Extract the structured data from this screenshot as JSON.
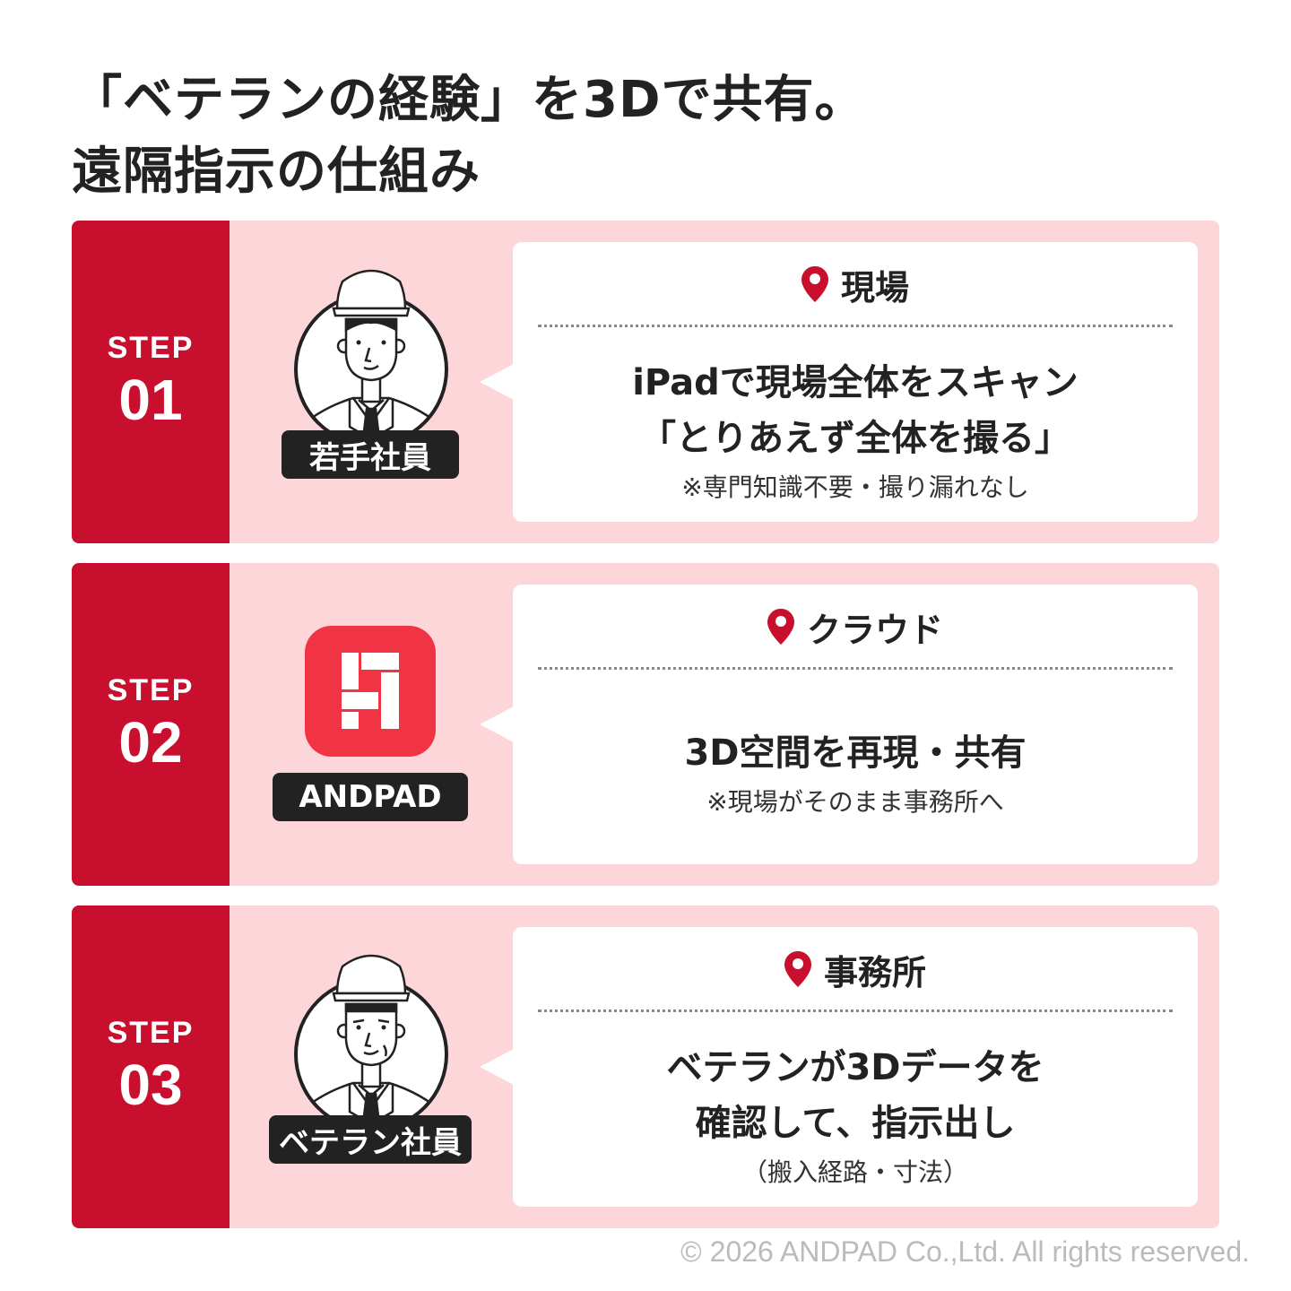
{
  "title": {
    "line1": "「ベテランの経験」を3Dで共有。",
    "line2": "遠隔指示の仕組み"
  },
  "colors": {
    "accent": "#c8102e",
    "card_bg": "#fdd6da",
    "logo": "#f03444",
    "pill": "#222222"
  },
  "steps": [
    {
      "label": "STEP",
      "number": "01",
      "actor": "若手社員",
      "actor_icon": "young-worker-icon",
      "place": "現場",
      "main": [
        "iPadで現場全体をスキャン",
        "「とりあえず全体を撮る」"
      ],
      "note": "※専門知識不要・撮り漏れなし"
    },
    {
      "label": "STEP",
      "number": "02",
      "actor": "ANDPAD",
      "actor_icon": "andpad-logo-icon",
      "place": "クラウド",
      "main": [
        "3D空間を再現・共有"
      ],
      "note": "※現場がそのまま事務所へ"
    },
    {
      "label": "STEP",
      "number": "03",
      "actor": "ベテラン社員",
      "actor_icon": "veteran-worker-icon",
      "place": "事務所",
      "main": [
        "ベテランが3Dデータを",
        "確認して、指示出し"
      ],
      "note": "（搬入経路・寸法）"
    }
  ],
  "footer": "© 2026 ANDPAD Co.,Ltd. All rights reserved."
}
